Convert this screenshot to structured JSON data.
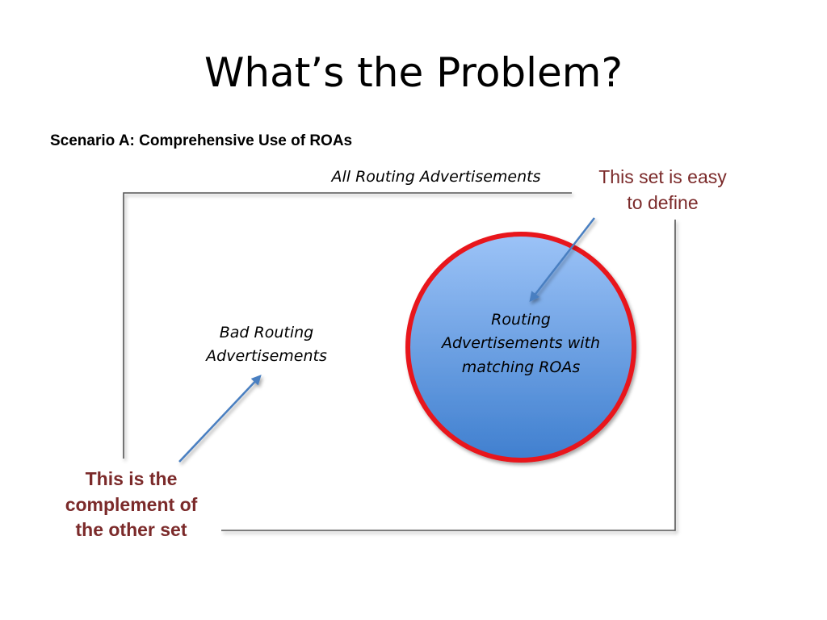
{
  "slide": {
    "title": "What’s the Problem?",
    "scenario": "Scenario A: Comprehensive Use of ROAs"
  },
  "diagram": {
    "all_set_label": "All Routing Advertisements",
    "bad_set_label_line1": "Bad Routing",
    "bad_set_label_line2": "Advertisements",
    "roa_set_label_line1": "Routing",
    "roa_set_label_line2": "Advertisements with",
    "roa_set_label_line3": "matching ROAs",
    "colors": {
      "circle_fill_top": "#9cc3f7",
      "circle_fill_bottom": "#3f7fcf",
      "circle_stroke": "#e8141c",
      "arrow": "#4a7fc1",
      "callout_text": "#7b2a2a"
    }
  },
  "callouts": {
    "easy_line1": "This set is easy",
    "easy_line2": "to define",
    "complement_line1": "This is the",
    "complement_line2": "complement of",
    "complement_line3": "the other set"
  }
}
